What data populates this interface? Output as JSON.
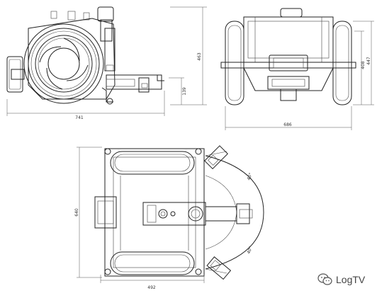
{
  "dimensions": {
    "side_height_total": "463",
    "side_height_lower": "139",
    "side_length": "741",
    "front_height_inner": "408",
    "front_height_outer": "447",
    "front_width": "686",
    "top_length": "640",
    "top_width": "492",
    "angle_upper": "45°",
    "angle_lower": "40°"
  },
  "watermark": {
    "text": "LogTV",
    "icon": "wechat-icon"
  }
}
